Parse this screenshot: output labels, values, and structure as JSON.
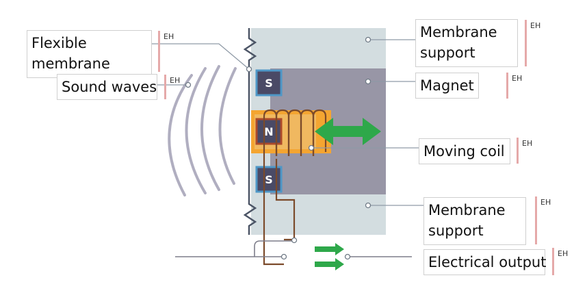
{
  "labels": {
    "flexible_membrane": "Flexible membrane",
    "sound_waves": "Sound waves",
    "membrane_support_top": "Membrane support",
    "magnet": "Magnet",
    "moving_coil": "Moving coil",
    "membrane_support_bottom": "Membrane support",
    "electrical_output": "Electrical output"
  },
  "magnet_poles": {
    "top": "S",
    "middle": "N",
    "bottom": "S"
  },
  "tag_text": "EH",
  "colors": {
    "support": "#d3dde0",
    "magnet": "#9896a6",
    "pole": "#4a4a66",
    "pole_border": "#4e97c7",
    "coil_plate": "#f4a531",
    "coil_wire": "#7b4a2a",
    "arrow": "#2ea84a",
    "membrane": "#4c5566",
    "waves": "#b0aec0",
    "leader": "#8f9aa6",
    "tag_bar": "#e5a9a9"
  }
}
